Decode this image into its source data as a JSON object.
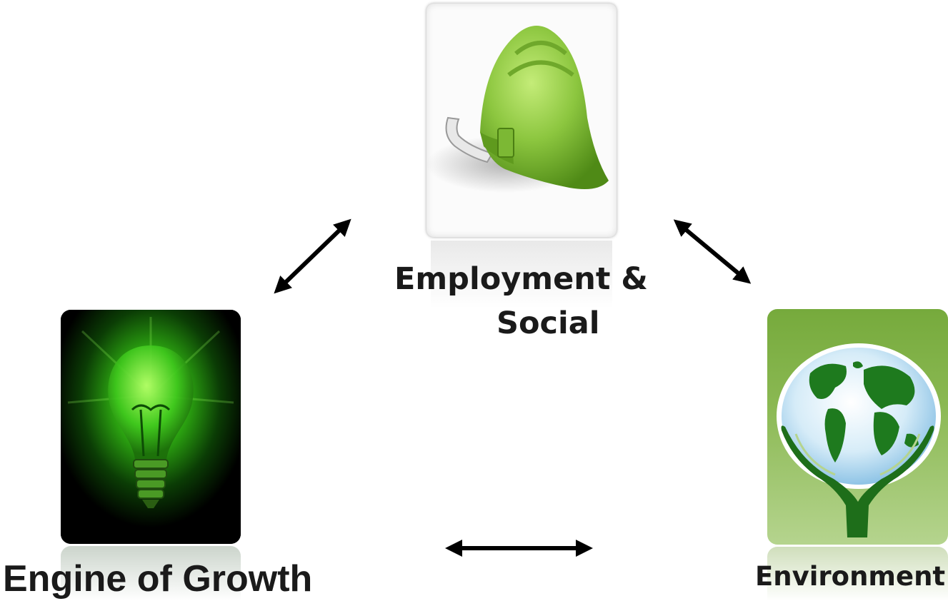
{
  "nodes": {
    "social": {
      "label_line1": "Employment &",
      "label_line2": "Social"
    },
    "growth": {
      "label": "Engine of Growth"
    },
    "environment": {
      "label": "Environment"
    }
  },
  "colors": {
    "arrow": "#000000",
    "hat_green": "#8cc63f",
    "bulb_glow": "#5ee31c",
    "globe_green": "#1e7a1e",
    "globe_bg": "#8ab852"
  }
}
